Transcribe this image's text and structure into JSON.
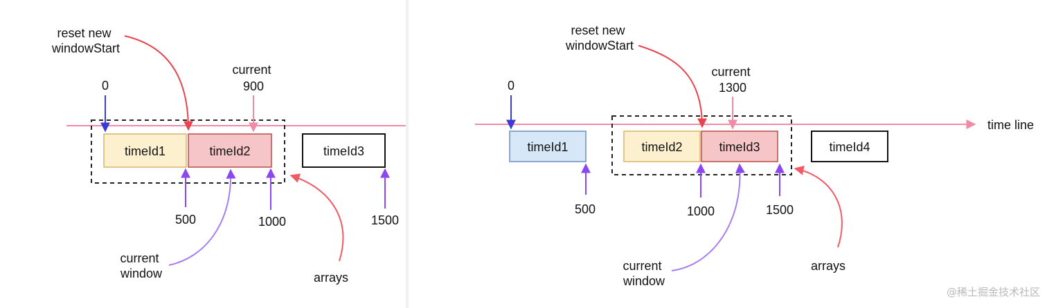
{
  "colors": {
    "timeline": "#f08aa5",
    "red_arrow": "#e8434e",
    "blue_arrow": "#3b3ad6",
    "purple_arrow": "#8b48f0",
    "curve_purple": "#a97df2",
    "curve_red": "#ef5a64",
    "box_yellow_fill": "#fdf0cf",
    "box_yellow_stroke": "#d9b66a",
    "box_red_fill": "#f6c5c7",
    "box_red_stroke": "#b84b4b",
    "box_blue_fill": "#d6e7f8",
    "box_blue_stroke": "#6c8ebf"
  },
  "left_panel": {
    "reset_label_line1": "reset new",
    "reset_label_line2": "windowStart",
    "zero_label": "0",
    "current_label_line1": "current",
    "current_label_line2": "900",
    "boxes": [
      "timeId1",
      "timeId2",
      "timeId3"
    ],
    "tick_500": "500",
    "tick_1000": "1000",
    "tick_1500": "1500",
    "window_label_line1": "current",
    "window_label_line2": "window",
    "arrays_label": "arrays"
  },
  "right_panel": {
    "reset_label_line1": "reset new",
    "reset_label_line2": "windowStart",
    "zero_label": "0",
    "current_label_line1": "current",
    "current_label_line2": "1300",
    "timeline_label": "time line",
    "boxes": [
      "timeId1",
      "timeId2",
      "timeId3",
      "timeId4"
    ],
    "tick_500": "500",
    "tick_1000": "1000",
    "tick_1500": "1500",
    "window_label_line1": "current",
    "window_label_line2": "window",
    "arrays_label": "arrays"
  },
  "watermark": "@稀土掘金技术社区"
}
